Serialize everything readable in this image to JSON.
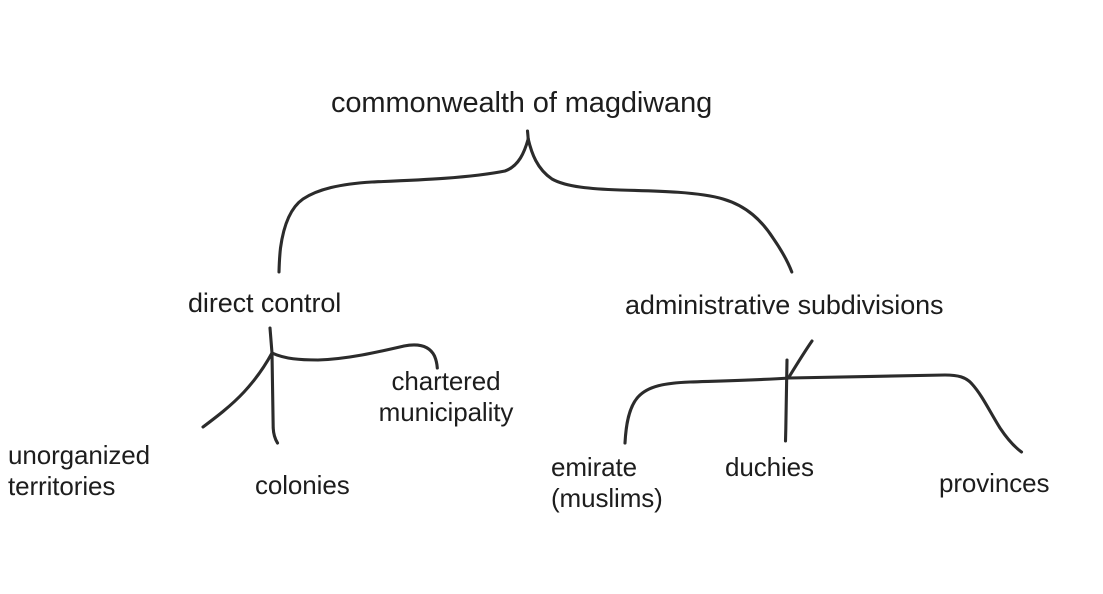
{
  "diagram": {
    "title": "commonwealth of magdiwang",
    "type": "hand-drawn hierarchy tree",
    "background_color": "#ffffff",
    "stroke_color": "#2b2b2b",
    "text_color": "#1d1d1d",
    "root": {
      "label": "commonwealth of magdiwang"
    },
    "branches": [
      {
        "label": "direct control",
        "children": [
          {
            "label": "unorganized\nterritories"
          },
          {
            "label": "colonies"
          },
          {
            "label": "chartered\nmunicipality"
          }
        ]
      },
      {
        "label": "administrative subdivisions",
        "children": [
          {
            "label": "emirate\n(muslims)"
          },
          {
            "label": "duchies"
          },
          {
            "label": "provinces"
          }
        ]
      }
    ]
  }
}
